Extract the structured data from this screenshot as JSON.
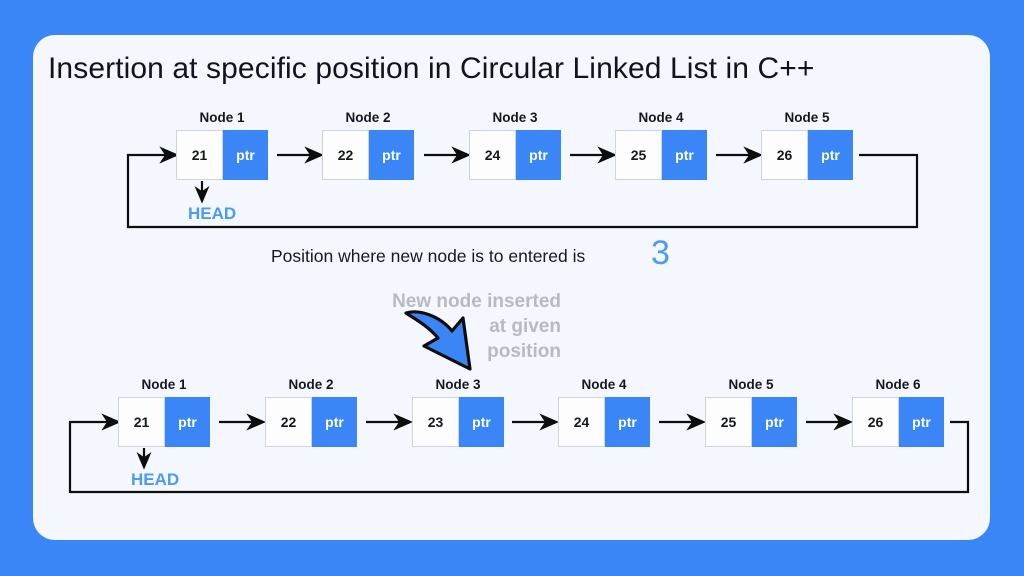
{
  "page": {
    "title": "Insertion at specific position in Circular Linked List in C++",
    "background_color": "#3b86f7",
    "card_color": "#f4f7fe",
    "accent_color": "#3b86f7",
    "head_color": "#4c9bf2",
    "annotation_color": "#b6bac2"
  },
  "ptr_label": "ptr",
  "head_label": "HEAD",
  "before": {
    "nodes": [
      {
        "label": "Node 1",
        "value": "21",
        "ptr": "ptr"
      },
      {
        "label": "Node 2",
        "value": "22",
        "ptr": "ptr"
      },
      {
        "label": "Node 3",
        "value": "24",
        "ptr": "ptr"
      },
      {
        "label": "Node 4",
        "value": "25",
        "ptr": "ptr"
      },
      {
        "label": "Node 5",
        "value": "26",
        "ptr": "ptr"
      }
    ],
    "head": "HEAD"
  },
  "middle": {
    "caption": "Position where new node is to entered is",
    "value": "3"
  },
  "annotation": {
    "line1": "New node inserted",
    "line2": "at given",
    "line3": "position"
  },
  "after": {
    "nodes": [
      {
        "label": "Node 1",
        "value": "21",
        "ptr": "ptr"
      },
      {
        "label": "Node 2",
        "value": "22",
        "ptr": "ptr"
      },
      {
        "label": "Node 3",
        "value": "23",
        "ptr": "ptr"
      },
      {
        "label": "Node 4",
        "value": "24",
        "ptr": "ptr"
      },
      {
        "label": "Node 5",
        "value": "25",
        "ptr": "ptr"
      },
      {
        "label": "Node 6",
        "value": "26",
        "ptr": "ptr"
      }
    ],
    "head": "HEAD"
  }
}
